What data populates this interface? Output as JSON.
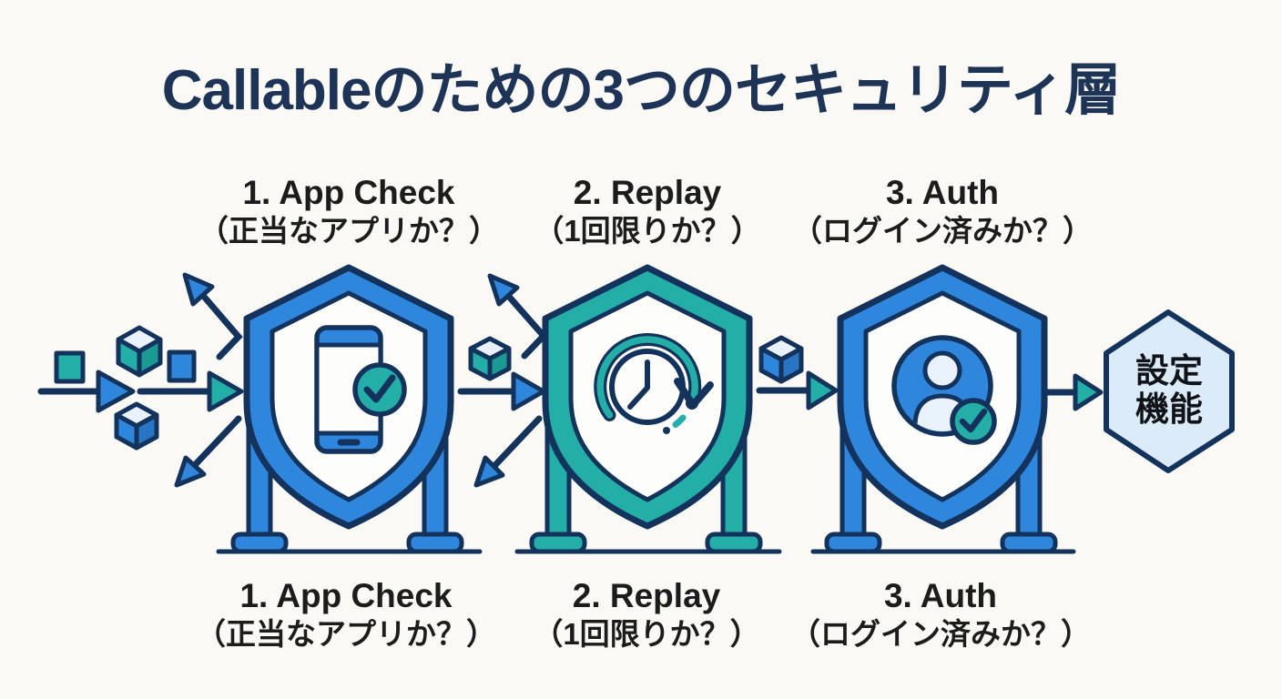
{
  "title": "Callableのための3つのセキュリティ層",
  "layers": [
    {
      "name": "1. App Check",
      "question": "（正当なアプリか？）"
    },
    {
      "name": "2. Replay",
      "question": "（1回限りか？）"
    },
    {
      "name": "3. Auth",
      "question": "（ログイン済みか？）"
    }
  ],
  "output": {
    "line1": "設定",
    "line2": "機能"
  },
  "icons": {
    "stage1": "shield-smartphone-check-icon",
    "stage2": "shield-replay-clock-icon",
    "stage3": "shield-user-check-icon",
    "flow": "cube-request-icon",
    "result": "hexagon-output-shape"
  },
  "colors": {
    "background": "#faf9f6",
    "title_color": "#1e3456",
    "label_color": "#1c1c1c",
    "blue": "#2f86dd",
    "blue_dark": "#2a74c4",
    "teal": "#23afa7",
    "teal_dark": "#1b9a93",
    "navy": "#13335c",
    "white": "#fdfdfb",
    "light_face": "#e9f1fb",
    "hexagon_fill": "#dcebf9"
  }
}
